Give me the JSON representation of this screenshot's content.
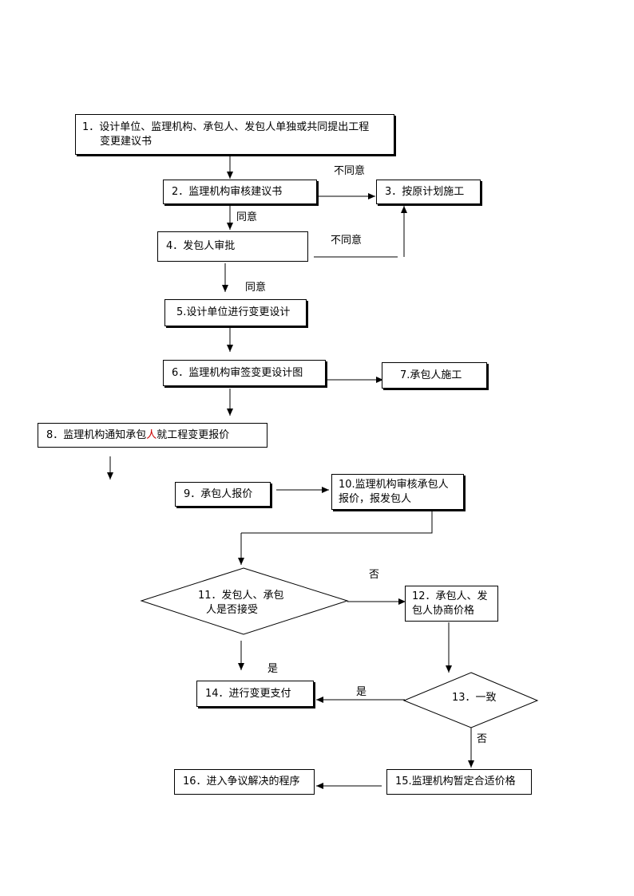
{
  "steps": {
    "s1": {
      "line1": "1．设计单位、监理机构、承包人、发包人单独或共同提出工程",
      "line2": "变更建议书"
    },
    "s2": "2．监理机构审核建议书",
    "s3": "3．按原计划施工",
    "s4": "4．发包人审批",
    "s5": "5.设计单位进行变更设计",
    "s6": "6．监理机构审签变更设计图",
    "s7": "7.承包人施工",
    "s8": {
      "pre": "8．监理机构通知承包",
      "red": "人",
      "post": "就工程变更报价"
    },
    "s9": "9．承包人报价",
    "s10": {
      "line1": "10.监理机构审核承包人",
      "line2": "报价，报发包人"
    },
    "s11": {
      "line1": "11．发包人、承包",
      "line2": "人是否接受"
    },
    "s12": {
      "line1": "12．承包人、发",
      "line2": "包人协商价格"
    },
    "s13": "13．一致",
    "s14": "14．进行变更支付",
    "s15": "15.监理机构暂定合适价格",
    "s16": "16．进入争议解决的程序"
  },
  "labels": {
    "disagree_1": "不同意",
    "agree_1": "同意",
    "disagree_2": "不同意",
    "agree_2": "同意",
    "no_1": "否",
    "yes_1": "是",
    "yes_2": "是",
    "no_2": "否"
  }
}
